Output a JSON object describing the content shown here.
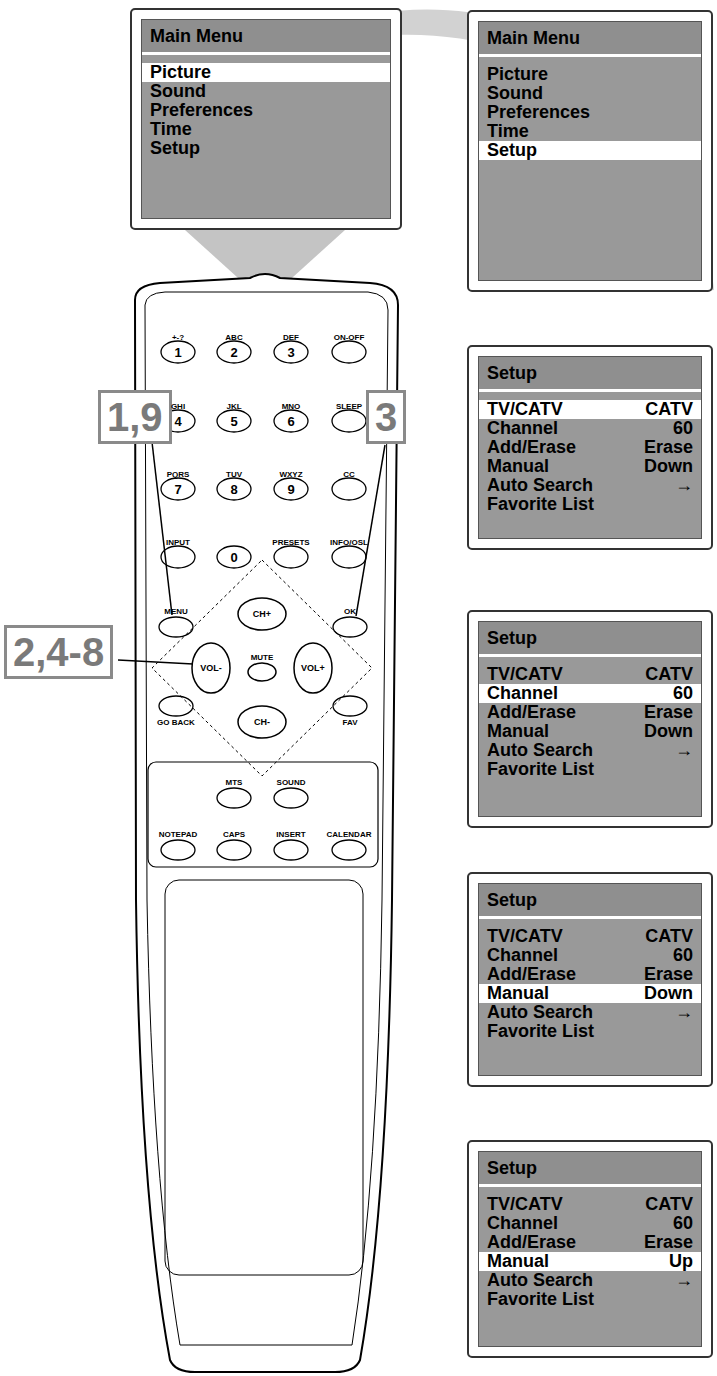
{
  "diagram": {
    "nodes": [
      {
        "text": [
          "Main Menu",
          "Picture",
          "Sound",
          "Preferences",
          "Time",
          "Setup"
        ]
      },
      {
        "text": [
          "Main Menu",
          "Picture",
          "Sound",
          "Preferences",
          "Time",
          "Setup"
        ]
      },
      {
        "text": [
          "Setup",
          "TV/CATV",
          "CATV",
          "Channel",
          "60",
          "Add/Erase",
          "Erase",
          "Manual",
          "Down",
          "Auto Search",
          "→",
          "Favorite List"
        ]
      },
      {
        "text": [
          "Setup",
          "TV/CATV",
          "CATV",
          "Channel",
          "60",
          "Add/Erase",
          "Erase",
          "Manual",
          "Down",
          "Auto Search",
          "→",
          "Favorite List"
        ]
      },
      {
        "text": [
          "Setup",
          "TV/CATV",
          "CATV",
          "Channel",
          "60",
          "Add/Erase",
          "Erase",
          "Manual",
          "Down",
          "Auto Search",
          "→",
          "Favorite List"
        ]
      },
      {
        "text": [
          "Setup",
          "TV/CATV",
          "CATV",
          "Channel",
          "60",
          "Add/Erase",
          "Erase",
          "Manual",
          "Up",
          "Auto Search",
          "→",
          "Favorite List"
        ]
      },
      {
        "text": [
          "1,9"
        ]
      },
      {
        "text": [
          "3"
        ]
      },
      {
        "text": [
          "2,4-8"
        ]
      }
    ],
    "labels": [
      "+-?",
      "1",
      "ABC",
      "2",
      "DEF",
      "3",
      "ON-OFF",
      "GHI",
      "4",
      "JKL",
      "5",
      "MNO",
      "6",
      "SLEEP",
      "PQRS",
      "7",
      "TUV",
      "8",
      "WXYZ",
      "9",
      "CC",
      "INPUT",
      "0",
      "PRESETS",
      "INFO/OSL",
      "MENU",
      "OK",
      "CH+",
      "VOL-",
      "MUTE",
      "VOL+",
      "GO BACK",
      "FAV",
      "CH-",
      "MTS",
      "SOUND",
      "NOTEPAD",
      "CAPS",
      "INSERT",
      "CALENDAR"
    ]
  }
}
